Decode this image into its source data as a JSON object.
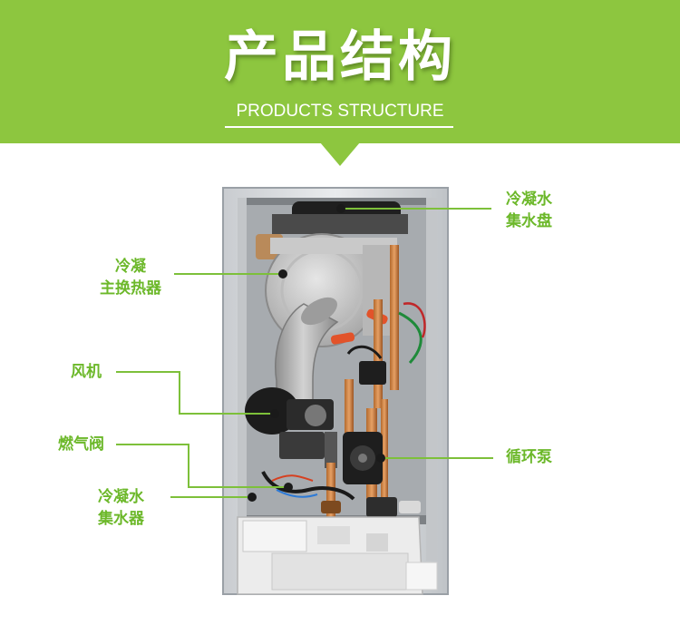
{
  "header": {
    "title": "产品结构",
    "subtitle": "PRODUCTS STRUCTURE"
  },
  "colors": {
    "accent": "#8dc63f",
    "label_text": "#6cb82a",
    "callout_line": "#7dc03a"
  },
  "labels": {
    "tray": {
      "line1": "冷凝水",
      "line2": "集水盘"
    },
    "heat_exchanger": {
      "line1": "冷凝",
      "line2": "主换热器"
    },
    "fan": {
      "line1": "风机"
    },
    "gas_valve": {
      "line1": "燃气阀"
    },
    "pump": {
      "line1": "循环泵"
    },
    "collector": {
      "line1": "冷凝水",
      "line2": "集水器"
    }
  }
}
